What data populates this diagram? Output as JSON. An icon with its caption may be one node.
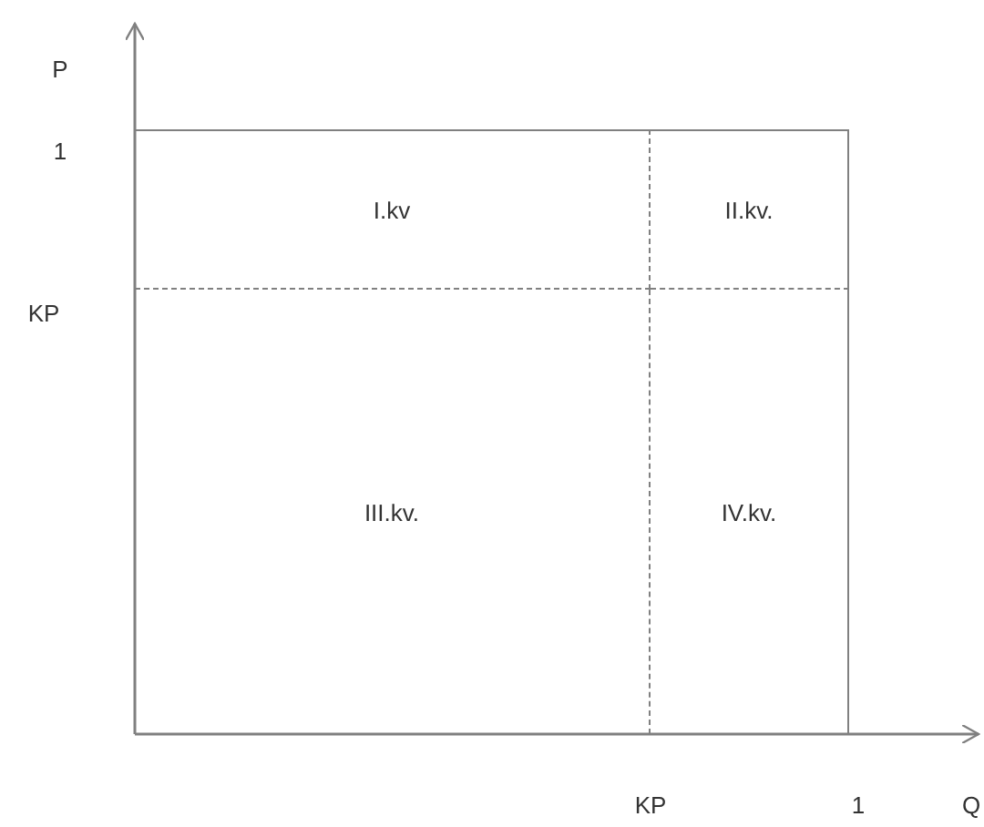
{
  "diagram": {
    "nodes": [
      {
        "text": [
          "I.kv"
        ]
      },
      {
        "text": [
          "II.kv."
        ]
      },
      {
        "text": [
          "III.kv."
        ]
      },
      {
        "text": [
          "IV.kv."
        ]
      }
    ],
    "edges": [],
    "labels": [
      "P",
      "1",
      "KP",
      "KP",
      "1",
      "Q"
    ]
  }
}
